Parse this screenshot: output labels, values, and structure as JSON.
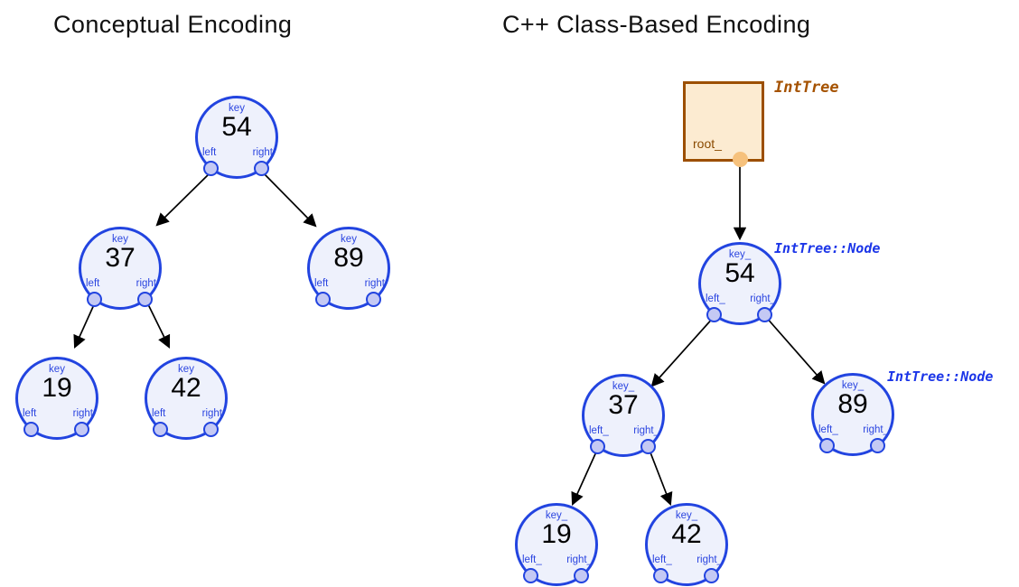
{
  "titles": {
    "left": "Conceptual Encoding",
    "right": "C++ Class-Based Encoding"
  },
  "left_tree": {
    "labels": {
      "key": "key",
      "left": "left",
      "right": "right"
    },
    "nodes": [
      {
        "key": "54"
      },
      {
        "key": "37"
      },
      {
        "key": "89"
      },
      {
        "key": "19"
      },
      {
        "key": "42"
      }
    ],
    "structure": {
      "root": "54",
      "edges": [
        {
          "from": "54",
          "to": "37",
          "via": "left"
        },
        {
          "from": "54",
          "to": "89",
          "via": "right"
        },
        {
          "from": "37",
          "to": "19",
          "via": "left"
        },
        {
          "from": "37",
          "to": "42",
          "via": "right"
        }
      ]
    }
  },
  "right_tree": {
    "labels": {
      "key": "key_",
      "left": "left_",
      "right": "right_"
    },
    "nodes": [
      {
        "key": "54"
      },
      {
        "key": "37"
      },
      {
        "key": "89"
      },
      {
        "key": "19"
      },
      {
        "key": "42"
      }
    ],
    "tree_object": {
      "class_label": "IntTree",
      "root_label": "root_"
    },
    "node_class_labels": [
      "IntTree::Node",
      "IntTree::Node"
    ],
    "structure": {
      "root_pointer": "root_",
      "root": "54",
      "edges": [
        {
          "from": "54",
          "to": "37",
          "via": "left_"
        },
        {
          "from": "54",
          "to": "89",
          "via": "right_"
        },
        {
          "from": "37",
          "to": "19",
          "via": "left_"
        },
        {
          "from": "37",
          "to": "42",
          "via": "right_"
        }
      ]
    }
  },
  "colors": {
    "node_border": "#2244e0",
    "node_fill": "#eef1fc",
    "port_fill": "#c4c9f4",
    "label_blue": "#2b45e0",
    "tree_border": "#9c4f00",
    "tree_fill": "#fcebd1",
    "tree_text": "#8a4a00",
    "tree_port": "#f6c17c",
    "class_label_orange": "#a55200",
    "class_label_blue": "#1b35e8",
    "arrow": "#000000",
    "title_color": "#111111"
  }
}
